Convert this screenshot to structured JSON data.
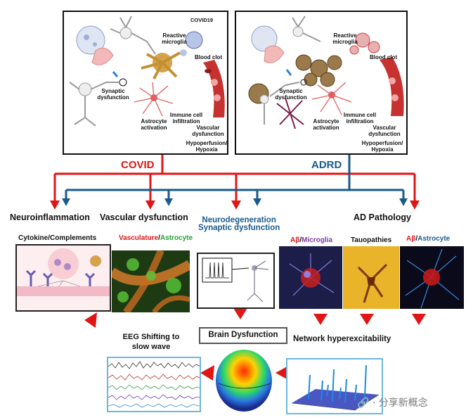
{
  "panels": {
    "covid": {
      "top_label": "COVID19",
      "reactive": "Reactive microglia",
      "clot": "Blood clot",
      "synaptic": "Synaptic dysfunction",
      "astrocyte": "Astrocyte activation",
      "immune": "Immune cell infiltration",
      "vascular": "Vascular dysfunction",
      "hypo": "Hypoperfusion/ Hypoxia"
    },
    "adrd": {
      "reactive": "Reactive microglia",
      "clot": "Blood clot",
      "synaptic": "Synaptic dysfunction",
      "astrocyte": "Astrocyte activation",
      "immune": "Immune cell infiltration",
      "vascular": "Vascular dysfunction",
      "hypo": "Hypoperfusion/ Hypoxia"
    }
  },
  "branches": {
    "covid": "COVID",
    "adrd": "ADRD",
    "covid_color": "#e01515",
    "adrd_color": "#1a5a8a"
  },
  "categories": {
    "neuroinflammation": "Neuroinflammation",
    "vascular": "Vascular dysfunction",
    "neurodegeneration_1": "Neurodegeneration",
    "neurodegeneration_2": "Synaptic dysfunction",
    "ad_pathology": "AD Pathology"
  },
  "tiles": {
    "cytokine": "Cytokine/Complements",
    "vasc_a": "Vasculature",
    "vasc_sep": "/",
    "vasc_b": "Astrocyte",
    "ab1_a": "Aβ",
    "ab1_sep": "/",
    "ab1_b": "Microglia",
    "tauo": "Tauopathies",
    "ab2_a": "Aβ",
    "ab2_sep": "/",
    "ab2_b": "Astrocyte"
  },
  "outcomes": {
    "eeg": "EEG Shifting to slow wave",
    "brain": "Brain Dysfunction",
    "network": "Network hyperexcitability"
  },
  "watermark": "🔗 · 分享新概念"
}
